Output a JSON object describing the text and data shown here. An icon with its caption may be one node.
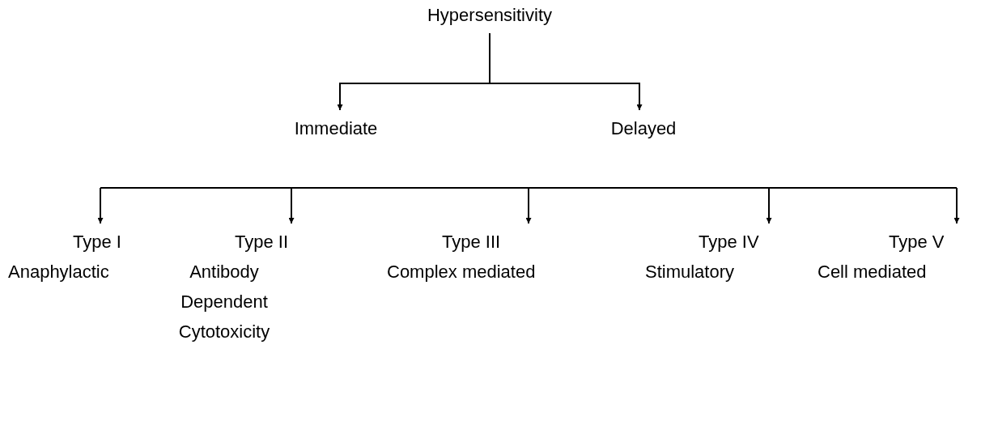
{
  "diagram": {
    "nodes": [
      {
        "text": [
          "Hypersensitivity"
        ]
      },
      {
        "text": [
          "Immediate"
        ]
      },
      {
        "text": [
          "Delayed"
        ]
      },
      {
        "text": [
          "Type I",
          "Anaphylactic"
        ]
      },
      {
        "text": [
          "Type II",
          "Antibody Dependent Cytotoxicity"
        ]
      },
      {
        "text": [
          "Type III",
          "Complex mediated"
        ]
      },
      {
        "text": [
          "Type IV",
          "Stimulatory"
        ]
      },
      {
        "text": [
          "Type V",
          "Cell mediated"
        ]
      }
    ],
    "edges": [
      {
        "from": 0,
        "to": 1,
        "arrow": "to"
      },
      {
        "from": 0,
        "to": 2,
        "arrow": "to"
      },
      {
        "from": null,
        "to": 3,
        "arrow": "to"
      },
      {
        "from": null,
        "to": 4,
        "arrow": "to"
      },
      {
        "from": null,
        "to": 5,
        "arrow": "to"
      },
      {
        "from": null,
        "to": 6,
        "arrow": "to"
      },
      {
        "from": null,
        "to": 7,
        "arrow": "to"
      }
    ]
  }
}
